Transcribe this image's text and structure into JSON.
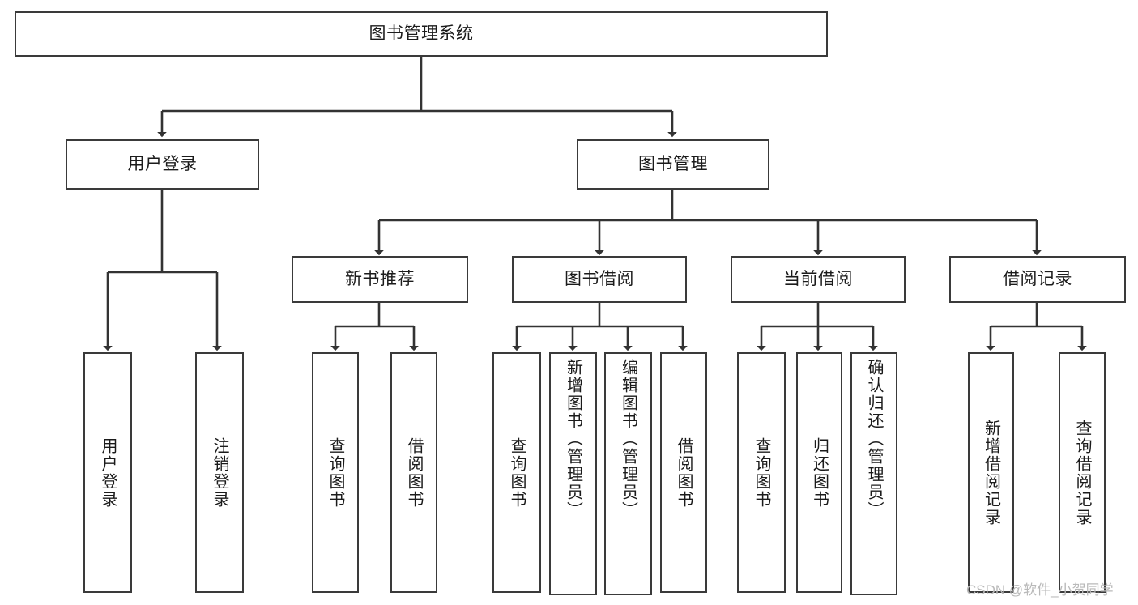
{
  "diagram": {
    "title": "图书管理系统",
    "type": "tree-hierarchy-chart",
    "colors": {
      "box_border": "#3a3a3a",
      "box_fill": "#ffffff",
      "edge": "#333333",
      "text": "#1b1b1b",
      "watermark": "#b9b9b9",
      "background": "#ffffff"
    },
    "root": {
      "label": "图书管理系统"
    },
    "level2": [
      {
        "label": "用户登录"
      },
      {
        "label": "图书管理"
      }
    ],
    "level3": [
      {
        "label": "新书推荐"
      },
      {
        "label": "图书借阅"
      },
      {
        "label": "当前借阅"
      },
      {
        "label": "借阅记录"
      }
    ],
    "leaves": {
      "user_login": [
        {
          "label": "用户登录"
        },
        {
          "label": "注销登录"
        }
      ],
      "new_book_recommend": [
        {
          "label": "查询图书"
        },
        {
          "label": "借阅图书"
        }
      ],
      "book_borrow": [
        {
          "label": "查询图书"
        },
        {
          "label": "新增图书（管理员）"
        },
        {
          "label": "编辑图书（管理员）"
        },
        {
          "label": "借阅图书"
        }
      ],
      "current_borrow": [
        {
          "label": "查询图书"
        },
        {
          "label": "归还图书"
        },
        {
          "label": "确认归还（管理员）"
        }
      ],
      "borrow_records": [
        {
          "label": "新增借阅记录"
        },
        {
          "label": "查询借阅记录"
        }
      ]
    },
    "watermark": "CSDN @软件_小贺同学"
  }
}
